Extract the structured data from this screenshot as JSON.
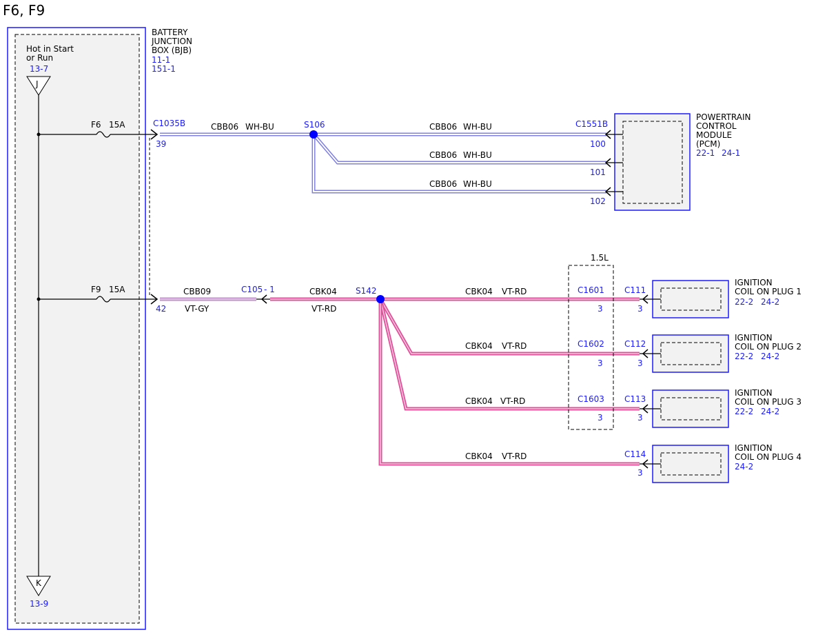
{
  "title": "F6, F9",
  "colors": {
    "box_border": "#1a1aff",
    "box_fill": "#f2f2f2",
    "ref_text": "#1a1aff",
    "splice": "#0000ff",
    "wire_wh_bu_fill": "#ffffff",
    "wire_wh_bu_edge": "#7f7fe0",
    "wire_vt_rd": "#e0509a",
    "wire_vt_gy": "#c090c8"
  },
  "bjb": {
    "name": "BATTERY\nJUNCTION\nBOX (BJB)",
    "refs": [
      "11-1",
      "151-1"
    ],
    "feed_label": "Hot in Start\nor Run",
    "feed_ref": "13-7",
    "top_terminal": "J",
    "bottom_terminal": "K",
    "bottom_ref": "13-9"
  },
  "fuses": [
    {
      "name": "F6",
      "rating": "15A",
      "connector": "C1035B",
      "pin": "39"
    },
    {
      "name": "F9",
      "rating": "15A",
      "connector": "",
      "pin": "42"
    }
  ],
  "wires": {
    "w1": {
      "circuit": "CBB06",
      "color": "WH-BU"
    },
    "w2": {
      "circuit": "CBB06",
      "color": "WH-BU"
    },
    "w3": {
      "circuit": "CBB06",
      "color": "WH-BU"
    },
    "w4": {
      "circuit": "CBB06",
      "color": "WH-BU"
    },
    "w5": {
      "circuit": "CBB09",
      "color": "VT-GY"
    },
    "w6": {
      "circuit": "CBK04",
      "color": "VT-RD"
    },
    "w7": {
      "circuit": "CBK04",
      "color": "VT-RD"
    },
    "w8": {
      "circuit": "CBK04",
      "color": "VT-RD"
    },
    "w9": {
      "circuit": "CBK04",
      "color": "VT-RD"
    },
    "w10": {
      "circuit": "CBK04",
      "color": "VT-RD"
    }
  },
  "splices": {
    "s106": "S106",
    "s142": "S142"
  },
  "c105": {
    "name": "C105",
    "pin": "- 1"
  },
  "pcm": {
    "name": "POWERTRAIN\nCONTROL\nMODULE\n(PCM)",
    "refs": [
      "22-1",
      "24-1"
    ],
    "connector": "C1551B",
    "pins": [
      "100",
      "101",
      "102"
    ]
  },
  "engine_group": {
    "label": "1.5L"
  },
  "coils": [
    {
      "name": "IGNITION\nCOIL ON PLUG 1",
      "refs": [
        "22-2",
        "24-2"
      ],
      "inline": "C1601",
      "inline_pin": "3",
      "connector": "C111",
      "pin": "3"
    },
    {
      "name": "IGNITION\nCOIL ON PLUG 2",
      "refs": [
        "22-2",
        "24-2"
      ],
      "inline": "C1602",
      "inline_pin": "3",
      "connector": "C112",
      "pin": "3"
    },
    {
      "name": "IGNITION\nCOIL ON PLUG 3",
      "refs": [
        "22-2",
        "24-2"
      ],
      "inline": "C1603",
      "inline_pin": "3",
      "connector": "C113",
      "pin": "3"
    },
    {
      "name": "IGNITION\nCOIL ON PLUG 4",
      "refs": [
        "24-2"
      ],
      "inline": "",
      "inline_pin": "",
      "connector": "C114",
      "pin": "3"
    }
  ]
}
